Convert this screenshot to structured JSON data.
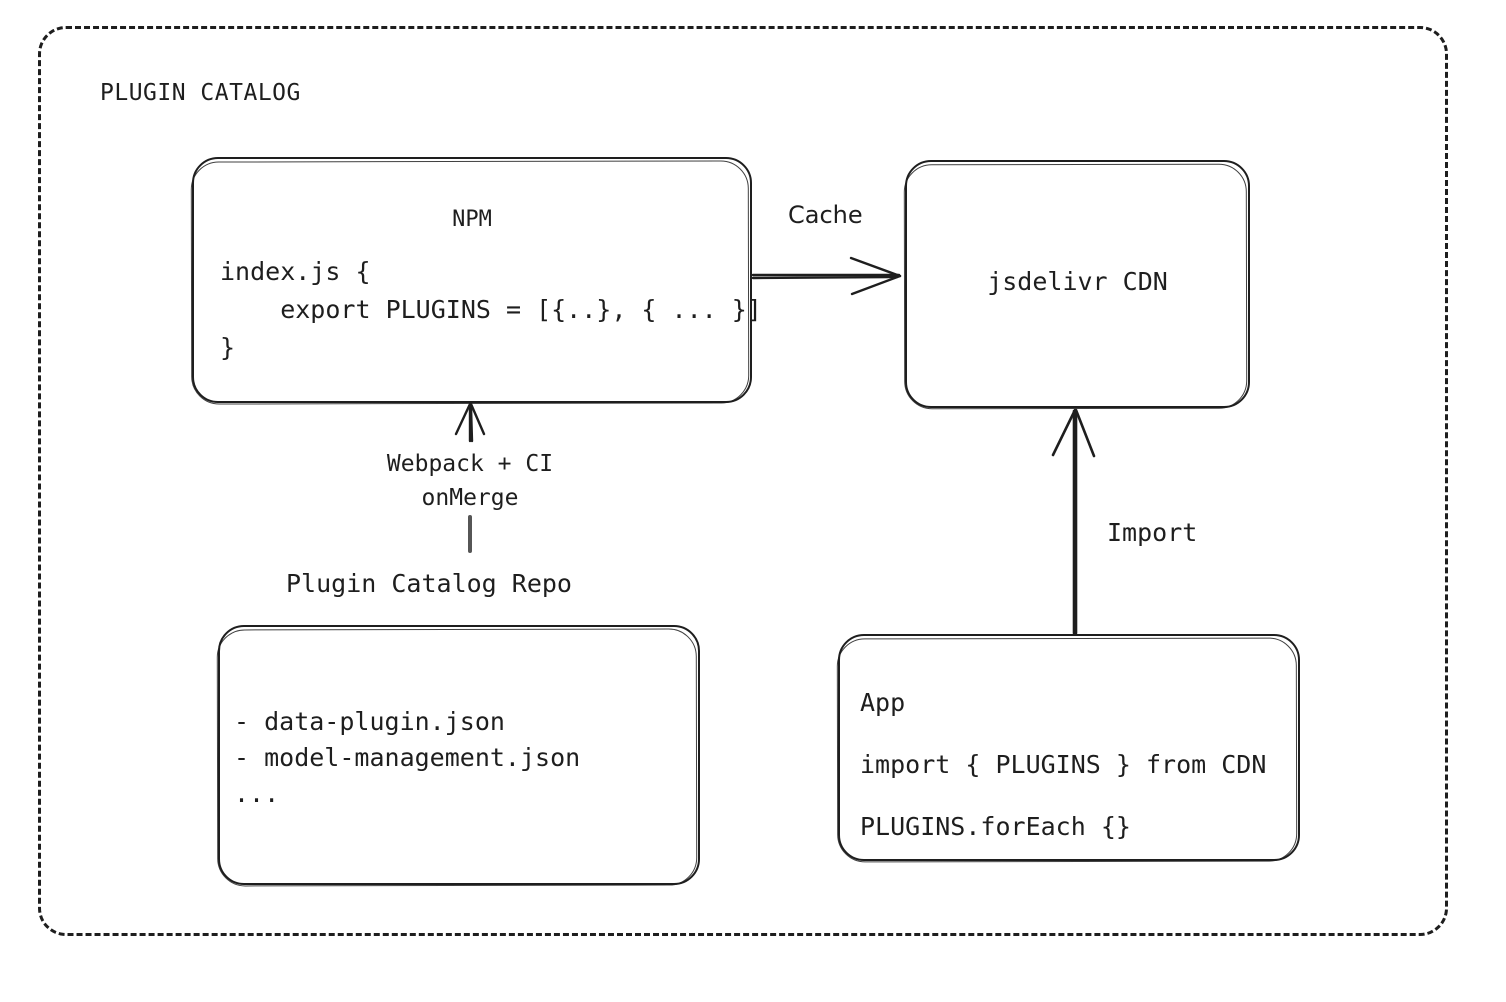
{
  "diagram": {
    "title": "PLUGIN CATALOG",
    "nodes": {
      "npm": {
        "title": "NPM",
        "code": "index.js {\n    export PLUGINS = [{..}, { ... }]\n}"
      },
      "cdn": {
        "label": "jsdelivr CDN"
      },
      "repo": {
        "caption": "Plugin Catalog Repo",
        "items": "- data-plugin.json\n- model-management.json\n..."
      },
      "app": {
        "lines": "App\nimport { PLUGINS } from CDN\nPLUGINS.forEach {}"
      }
    },
    "edges": {
      "cache": {
        "label": "Cache",
        "from": "npm",
        "to": "cdn"
      },
      "build": {
        "label": "Webpack + CI\nonMerge",
        "from": "repo",
        "to": "npm"
      },
      "import": {
        "label": "Import",
        "from": "app",
        "to": "cdn"
      }
    },
    "colors": {
      "stroke": "#1e1e1e",
      "background": "#ffffff"
    }
  }
}
